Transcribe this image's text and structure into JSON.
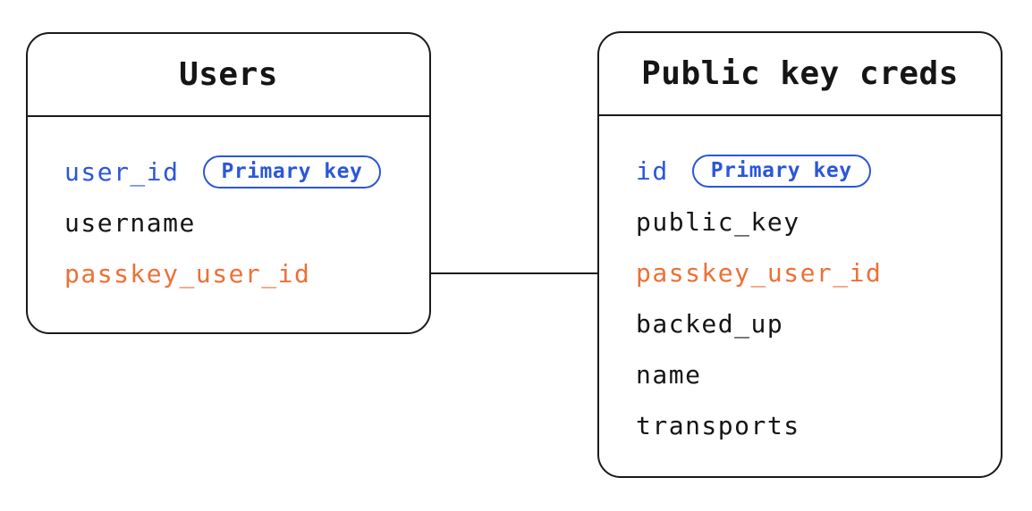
{
  "diagram": {
    "type": "entity-relationship",
    "colors": {
      "primary_key_blue": "#2b57d8",
      "foreign_key_orange": "#ed7036",
      "text_black": "#151515",
      "line_black": "#1a1a1a",
      "background": "#ffffff"
    },
    "tables": [
      {
        "title": "Users",
        "fields": [
          {
            "name": "user_id",
            "color": "primary_key_blue",
            "badge": "Primary key"
          },
          {
            "name": "username",
            "color": "text_black"
          },
          {
            "name": "passkey_user_id",
            "color": "foreign_key_orange"
          }
        ]
      },
      {
        "title": "Public key creds",
        "fields": [
          {
            "name": "id",
            "color": "primary_key_blue",
            "badge": "Primary key"
          },
          {
            "name": "public_key",
            "color": "text_black"
          },
          {
            "name": "passkey_user_id",
            "color": "foreign_key_orange"
          },
          {
            "name": "backed_up",
            "color": "text_black"
          },
          {
            "name": "name",
            "color": "text_black"
          },
          {
            "name": "transports",
            "color": "text_black"
          }
        ]
      }
    ],
    "relationship": {
      "from_table": "Users",
      "from_field": "passkey_user_id",
      "to_table": "Public key creds",
      "to_field": "passkey_user_id"
    }
  }
}
